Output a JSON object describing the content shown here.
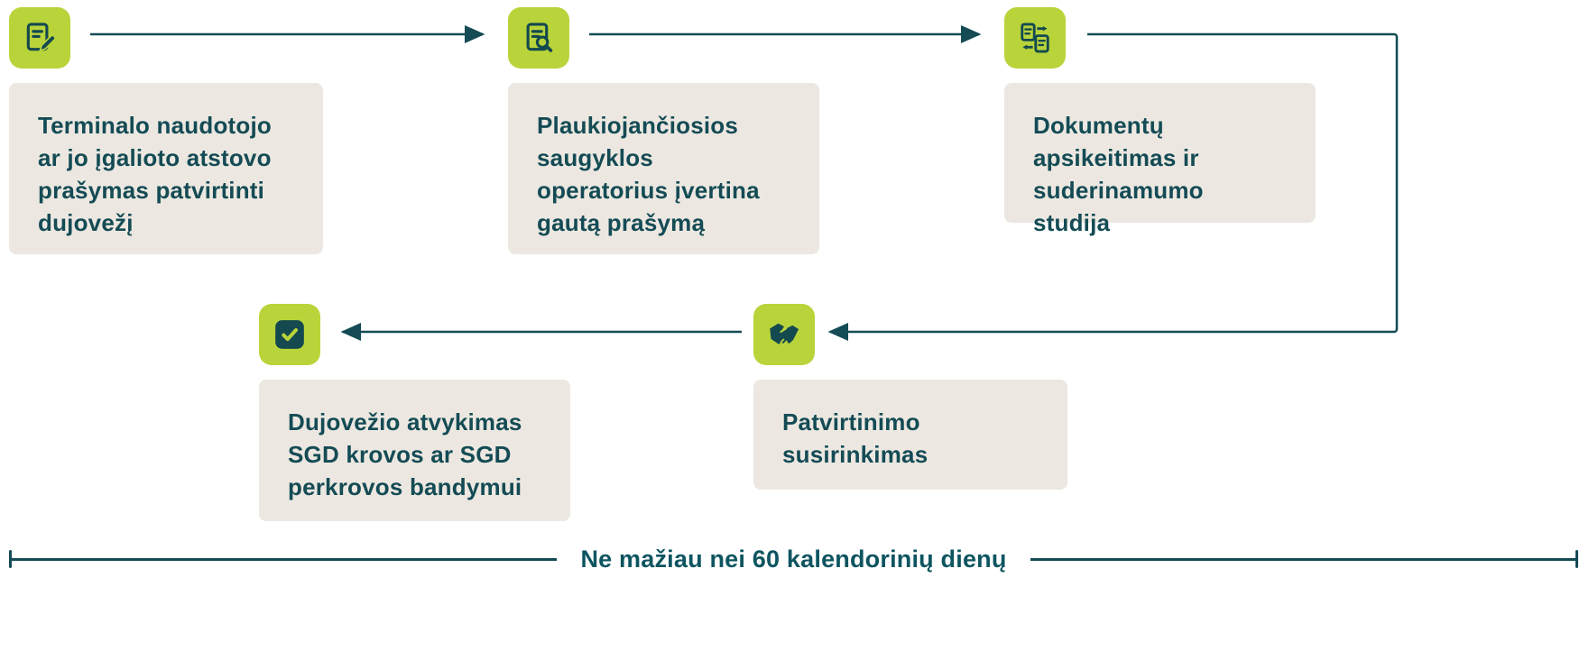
{
  "steps": [
    {
      "icon": "document-edit-icon",
      "label": "Terminalo naudotojo ar jo įgalioto atstovo prašymas patvirtinti dujovežį"
    },
    {
      "icon": "document-search-icon",
      "label": "Plaukiojančiosios saugyklos operatorius įvertina gautą prašymą"
    },
    {
      "icon": "document-exchange-icon",
      "label": "Dokumentų apsikeitimas ir suderinamumo studija"
    },
    {
      "icon": "handshake-icon",
      "label": "Patvirtinimo susirinkimas"
    },
    {
      "icon": "checkmark-icon",
      "label": "Dujovežio atvykimas SGD krovos ar SGD perkrovos bandymui"
    }
  ],
  "timeline": {
    "label": "Ne mažiau nei 60 kalendorinių dienų"
  },
  "colors": {
    "icon_background": "#b9d43a",
    "dark_teal": "#144b55",
    "box_background": "#ece8e1",
    "page_background": "#ffffff"
  }
}
